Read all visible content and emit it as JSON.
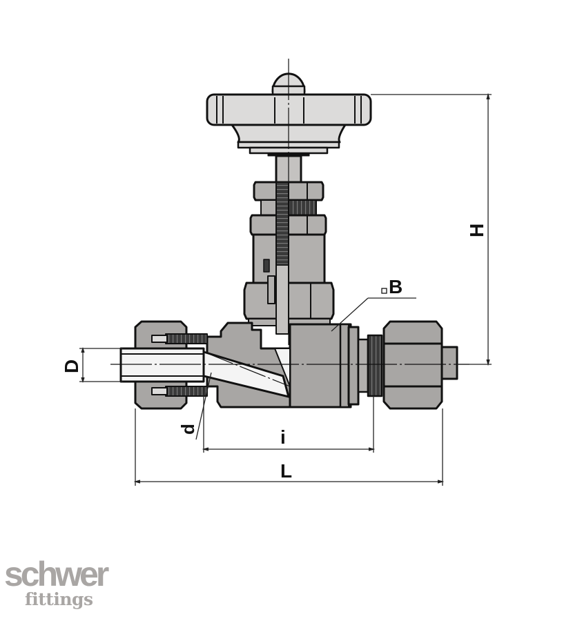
{
  "drawing": {
    "subject": "Needle valve with compression fittings, sectional view",
    "colors": {
      "body_fill": "#a8a6a4",
      "light_fill": "#dcdbda",
      "thread_fill": "#3c3c3c",
      "outline": "#111111",
      "background": "#ffffff"
    },
    "dimensions": {
      "H": "H",
      "D": "D",
      "d": "d",
      "i": "i",
      "L": "L",
      "B": "B"
    }
  },
  "logo": {
    "line1": "schwer",
    "line2": "fittings",
    "color": "#a9a6a4"
  }
}
